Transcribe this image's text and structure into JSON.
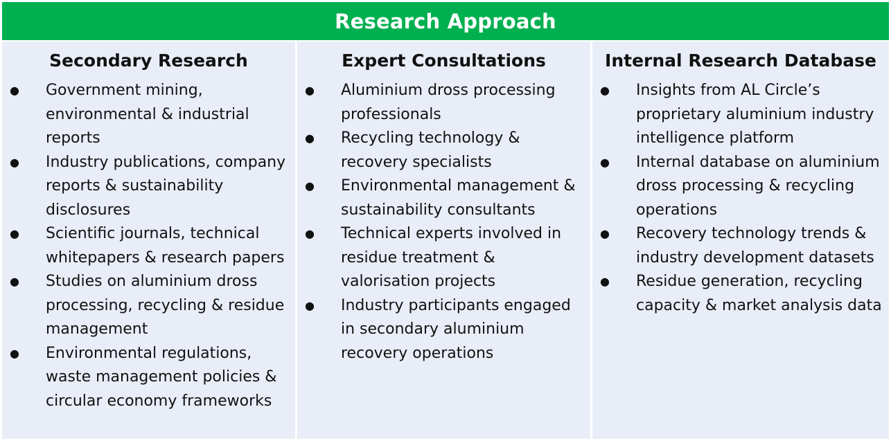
{
  "header": {
    "title": "Research Approach"
  },
  "columns": [
    {
      "title": "Secondary Research",
      "items": [
        "Government mining, environmental & industrial reports",
        "Industry publications, company reports & sustainability disclosures",
        "Scientific journals, technical whitepapers & research papers",
        "Studies on aluminium dross processing, recycling & residue management",
        "Environmental regulations, waste management policies & circular economy frameworks"
      ]
    },
    {
      "title": "Expert Consultations",
      "items": [
        "Aluminium dross processing professionals",
        "Recycling technology & recovery specialists",
        "Environmental management & sustainability consultants",
        "Technical experts involved in residue treatment & valorisation projects",
        "Industry participants engaged in secondary aluminium recovery operations"
      ]
    },
    {
      "title": "Internal Research Database",
      "items": [
        "Insights from AL Circle’s proprietary aluminium industry intelligence platform",
        "Internal database on aluminium dross processing & recycling operations",
        "Recovery technology trends & industry development datasets",
        "Residue generation, recycling capacity & market analysis data"
      ]
    }
  ],
  "bullet_glyph": "●",
  "colors": {
    "header_bg": "#00b050",
    "header_text": "#ffffff",
    "column_bg": "#e9edf7"
  }
}
